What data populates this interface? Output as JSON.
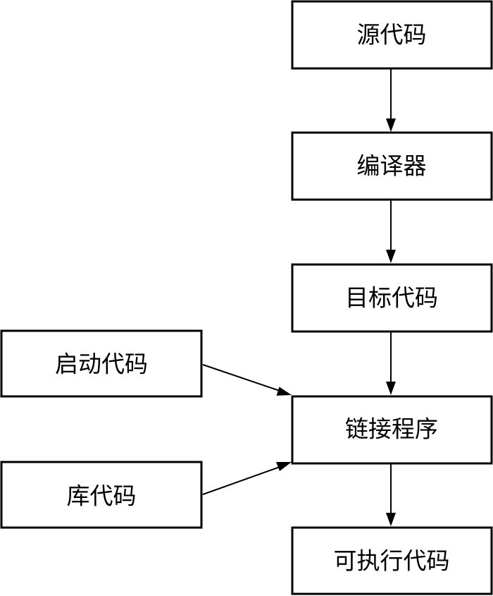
{
  "diagram": {
    "nodes": {
      "source_code": "源代码",
      "compiler": "编译器",
      "object_code": "目标代码",
      "startup_code": "启动代码",
      "linker": "链接程序",
      "library_code": "库代码",
      "executable_code": "可执行代码"
    },
    "edges": [
      {
        "from": "source_code",
        "to": "compiler"
      },
      {
        "from": "compiler",
        "to": "object_code"
      },
      {
        "from": "object_code",
        "to": "linker"
      },
      {
        "from": "startup_code",
        "to": "linker"
      },
      {
        "from": "library_code",
        "to": "linker"
      },
      {
        "from": "linker",
        "to": "executable_code"
      }
    ]
  }
}
